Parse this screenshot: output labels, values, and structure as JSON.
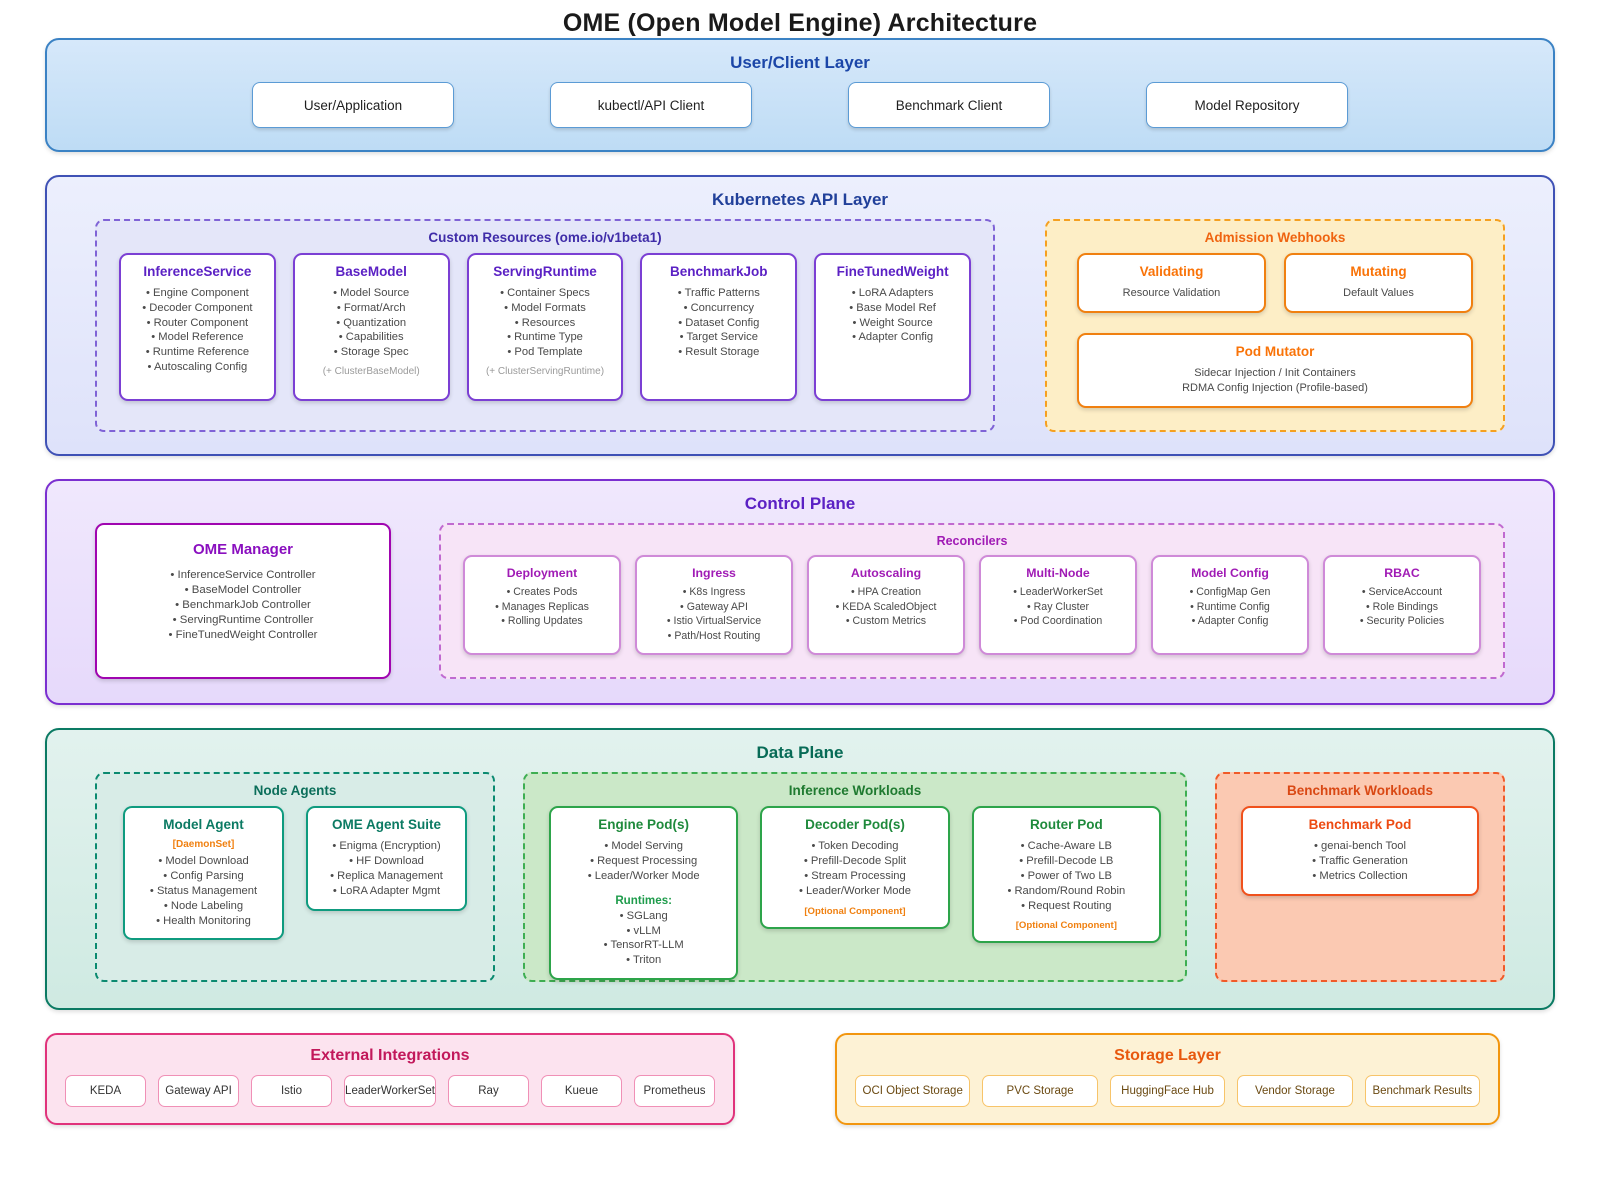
{
  "title": "OME (Open Model Engine) Architecture",
  "layers": {
    "user": {
      "title": "User/Client Layer",
      "boxes": [
        {
          "label": "User/Application"
        },
        {
          "label": "kubectl/API Client"
        },
        {
          "label": "Benchmark Client"
        },
        {
          "label": "Model Repository"
        }
      ]
    },
    "k8s": {
      "title": "Kubernetes API Layer",
      "custom_resources": {
        "title": "Custom Resources (ome.io/v1beta1)",
        "cards": [
          {
            "title": "InferenceService",
            "items": [
              "Engine Component",
              "Decoder Component",
              "Router Component",
              "Model Reference",
              "Runtime Reference",
              "Autoscaling Config"
            ],
            "note": ""
          },
          {
            "title": "BaseModel",
            "items": [
              "Model Source",
              "Format/Arch",
              "Quantization",
              "Capabilities",
              "Storage Spec"
            ],
            "note": "(+ ClusterBaseModel)"
          },
          {
            "title": "ServingRuntime",
            "items": [
              "Container Specs",
              "Model Formats",
              "Resources",
              "Runtime Type",
              "Pod Template"
            ],
            "note": "(+ ClusterServingRuntime)"
          },
          {
            "title": "BenchmarkJob",
            "items": [
              "Traffic Patterns",
              "Concurrency",
              "Dataset Config",
              "Target Service",
              "Result Storage"
            ],
            "note": ""
          },
          {
            "title": "FineTunedWeight",
            "items": [
              "LoRA Adapters",
              "Base Model Ref",
              "Weight Source",
              "Adapter Config"
            ],
            "note": ""
          }
        ]
      },
      "admission_webhooks": {
        "title": "Admission Webhooks",
        "top_cards": [
          {
            "title": "Validating",
            "line": "Resource Validation"
          },
          {
            "title": "Mutating",
            "line": "Default Values"
          }
        ],
        "pod_mutator": {
          "title": "Pod Mutator",
          "lines": [
            "Sidecar Injection / Init Containers",
            "RDMA Config Injection (Profile-based)"
          ]
        }
      }
    },
    "control": {
      "title": "Control Plane",
      "manager": {
        "title": "OME Manager",
        "items": [
          "InferenceService Controller",
          "BaseModel Controller",
          "BenchmarkJob Controller",
          "ServingRuntime Controller",
          "FineTunedWeight Controller"
        ]
      },
      "reconcilers": {
        "title": "Reconcilers",
        "cards": [
          {
            "title": "Deployment",
            "items": [
              "Creates Pods",
              "Manages Replicas",
              "Rolling Updates"
            ]
          },
          {
            "title": "Ingress",
            "items": [
              "K8s Ingress",
              "Gateway API",
              "Istio VirtualService",
              "Path/Host Routing"
            ]
          },
          {
            "title": "Autoscaling",
            "items": [
              "HPA Creation",
              "KEDA ScaledObject",
              "Custom Metrics"
            ]
          },
          {
            "title": "Multi-Node",
            "items": [
              "LeaderWorkerSet",
              "Ray Cluster",
              "Pod Coordination"
            ]
          },
          {
            "title": "Model Config",
            "items": [
              "ConfigMap Gen",
              "Runtime Config",
              "Adapter Config"
            ]
          },
          {
            "title": "RBAC",
            "items": [
              "ServiceAccount",
              "Role Bindings",
              "Security Policies"
            ]
          }
        ]
      }
    },
    "data": {
      "title": "Data Plane",
      "node_agents": {
        "title": "Node Agents",
        "cards": [
          {
            "title": "Model Agent",
            "badge": "[DaemonSet]",
            "items": [
              "Model Download",
              "Config Parsing",
              "Status Management",
              "Node Labeling",
              "Health Monitoring"
            ]
          },
          {
            "title": "OME Agent Suite",
            "badge": "",
            "items": [
              "Enigma (Encryption)",
              "HF Download",
              "Replica Management",
              "LoRA Adapter Mgmt"
            ]
          }
        ]
      },
      "inference_workloads": {
        "title": "Inference Workloads",
        "cards": [
          {
            "title": "Engine Pod(s)",
            "items": [
              "Model Serving",
              "Request Processing",
              "Leader/Worker Mode"
            ],
            "runtimes_heading": "Runtimes:",
            "runtimes": [
              "SGLang",
              "vLLM",
              "TensorRT-LLM",
              "Triton"
            ],
            "optional": ""
          },
          {
            "title": "Decoder Pod(s)",
            "items": [
              "Token Decoding",
              "Prefill-Decode Split",
              "Stream Processing",
              "Leader/Worker Mode"
            ],
            "runtimes_heading": "",
            "runtimes": [],
            "optional": "[Optional Component]"
          },
          {
            "title": "Router Pod",
            "items": [
              "Cache-Aware LB",
              "Prefill-Decode LB",
              "Power of Two LB",
              "Random/Round Robin",
              "Request Routing"
            ],
            "runtimes_heading": "",
            "runtimes": [],
            "optional": "[Optional Component]"
          }
        ]
      },
      "benchmark_workloads": {
        "title": "Benchmark Workloads",
        "cards": [
          {
            "title": "Benchmark Pod",
            "items": [
              "genai-bench Tool",
              "Traffic Generation",
              "Metrics Collection"
            ]
          }
        ]
      }
    }
  },
  "external_integrations": {
    "title": "External Integrations",
    "chips": [
      "KEDA",
      "Gateway API",
      "Istio",
      "LeaderWorkerSet",
      "Ray",
      "Kueue",
      "Prometheus"
    ]
  },
  "storage_layer": {
    "title": "Storage Layer",
    "chips": [
      "OCI Object Storage",
      "PVC Storage",
      "HuggingFace Hub",
      "Vendor Storage",
      "Benchmark Results"
    ]
  },
  "colors": {
    "user_layer": "#3b82c4",
    "k8s_layer": "#3f51b5",
    "control_plane": "#7b2fd0",
    "data_plane": "#0b7a63",
    "webhooks": "#f08010",
    "external": "#e0337b",
    "storage": "#f2960f"
  }
}
